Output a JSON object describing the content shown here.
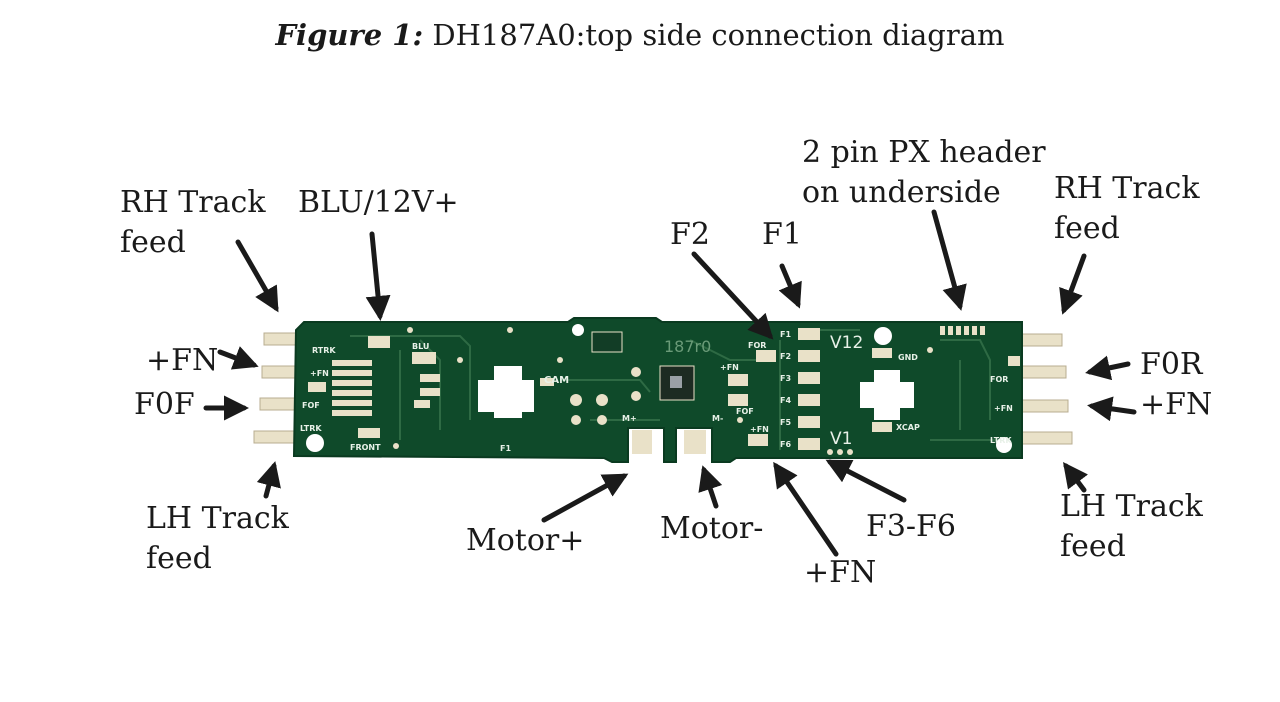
{
  "caption": {
    "figure_label": "Figure 1:",
    "text": "DH187A0:top side connection diagram"
  },
  "labels": {
    "rh_track_left_1": "RH Track",
    "rh_track_left_2": "feed",
    "blu_12v": "BLU/12V+",
    "fn_left": "+FN",
    "f0f": "F0F",
    "lh_track_left_1": "LH Track",
    "lh_track_left_2": "feed",
    "motor_plus": "Motor+",
    "motor_minus": "Motor-",
    "fn_bottom": "+FN",
    "f3_f6": "F3-F6",
    "f2": "F2",
    "f1": "F1",
    "px_header_1": "2 pin PX header",
    "px_header_2": "on underside",
    "rh_track_right_1": "RH Track",
    "rh_track_right_2": "feed",
    "f0r": "F0R",
    "fn_right": "+FN",
    "lh_track_right_1": "LH Track",
    "lh_track_right_2": "feed"
  },
  "board": {
    "pcb_color": "#0f4a2a",
    "pad_color": "#e9e1c8",
    "silkscreen": {
      "rtrk": "RTRK",
      "fn_a": "+FN",
      "fof": "FOF",
      "ltrk": "LTRK",
      "blu": "BLU",
      "front": "FRONT",
      "f1_bottom": "F1",
      "cam": "CAM",
      "m_plus": "M+",
      "m_minus": "M-",
      "fn_b": "+FN",
      "fof_b": "FOF",
      "fn_c": "+FN",
      "for_a": "FOR",
      "model": "187r0",
      "f1": "F1",
      "f2": "F2",
      "f3": "F3",
      "f4": "F4",
      "f5": "F5",
      "f6": "F6",
      "v12": "V12",
      "v1": "V1",
      "gnd": "GND",
      "xcap": "XCAP",
      "for_b": "FOR",
      "fn_d": "+FN",
      "ltrk_b": "LTRK"
    }
  }
}
